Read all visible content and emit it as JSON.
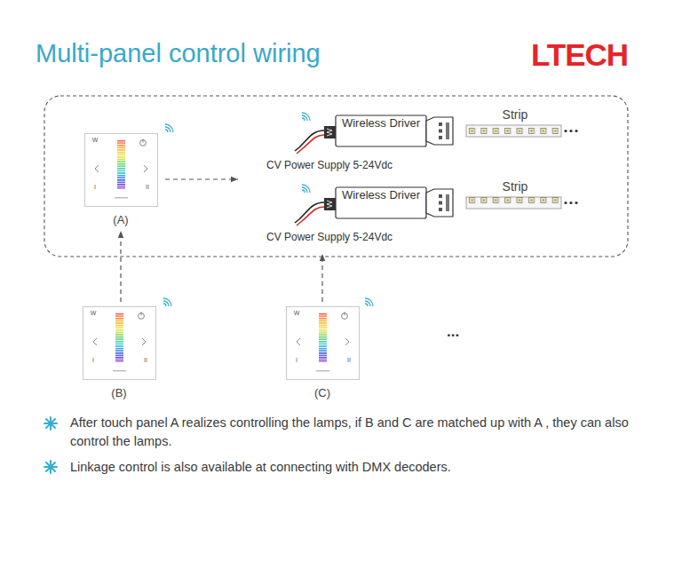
{
  "diagram": {
    "title": "Multi-panel control wiring",
    "nodes": [
      {
        "text": [
          "(A)"
        ]
      },
      {
        "text": [
          "Wireless Driver",
          "CV Power Supply 5-24Vdc"
        ]
      },
      {
        "text": [
          "Strip"
        ]
      },
      {
        "text": [
          "Wireless Driver",
          "CV Power Supply 5-24Vdc"
        ]
      },
      {
        "text": [
          "Strip"
        ]
      },
      {
        "text": [
          "(B)"
        ]
      },
      {
        "text": [
          "(C)"
        ]
      }
    ],
    "edges": [
      {
        "from": 0,
        "to": 3,
        "arrow": "to"
      },
      {
        "from": 5,
        "to": 0,
        "arrow": "to"
      },
      {
        "from": 6,
        "to": 3,
        "arrow": "to"
      }
    ],
    "labels": [
      "LTECH",
      "W",
      "I",
      "II",
      "W",
      "I",
      "II",
      "W",
      "I",
      "II",
      "...",
      "After touch panel A realizes controlling the lamps, if B and C are matched up with A , they can also control the lamps.",
      "Linkage control is also available at connecting with DMX decoders."
    ]
  }
}
